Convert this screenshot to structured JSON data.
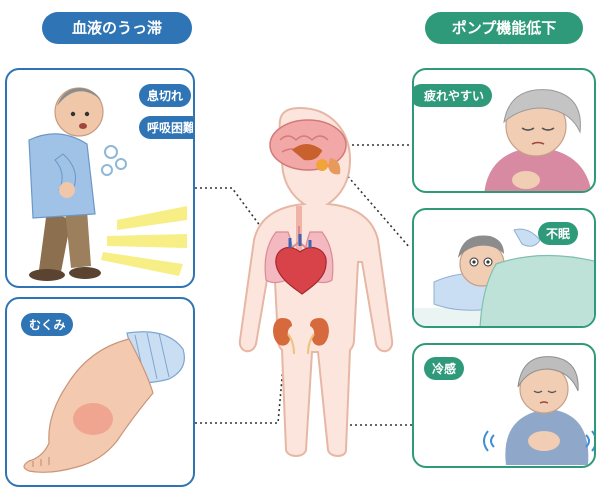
{
  "left_heading": "血液のうっ滞",
  "right_heading": "ポンプ機能低下",
  "panels": {
    "breath": {
      "tags": [
        "息切れ",
        "呼吸困難"
      ]
    },
    "edema": {
      "tag": "むくみ"
    },
    "fatigue": {
      "tag": "疲れやすい"
    },
    "insomnia": {
      "tag": "不眠"
    },
    "cold": {
      "tag": "冷感"
    }
  },
  "colors": {
    "blue": "#2f74b5",
    "green": "#2f9a7a",
    "body_fill": "#fbe5dc",
    "body_outline": "#e7b7a5",
    "organ_red": "#d8434a"
  }
}
